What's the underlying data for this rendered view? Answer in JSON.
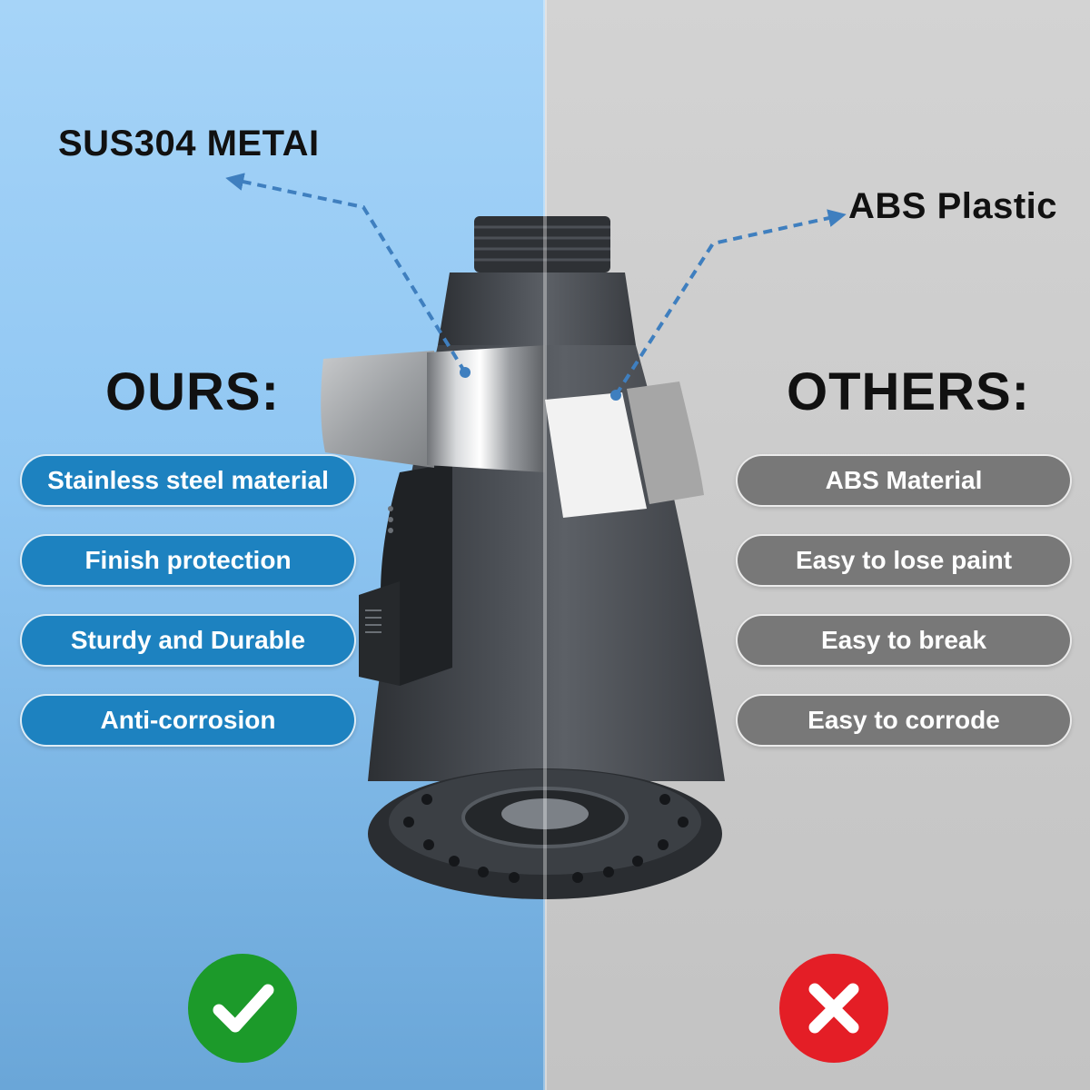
{
  "comparison": {
    "ours": {
      "material_label": "SUS304 METAI",
      "heading": "OURS:",
      "features": [
        "Stainless steel material",
        "Finish protection",
        "Sturdy and Durable",
        "Anti-corrosion"
      ],
      "badge_icon": "check-icon",
      "pill_color": "#1d82c0",
      "badge_color": "#1c9a2a"
    },
    "others": {
      "material_label": "ABS Plastic",
      "heading": "OTHERS:",
      "features": [
        "ABS Material",
        "Easy to lose paint",
        "Easy to break",
        "Easy to corrode"
      ],
      "badge_icon": "cross-icon",
      "pill_color": "#787878",
      "badge_color": "#e41e26"
    }
  }
}
